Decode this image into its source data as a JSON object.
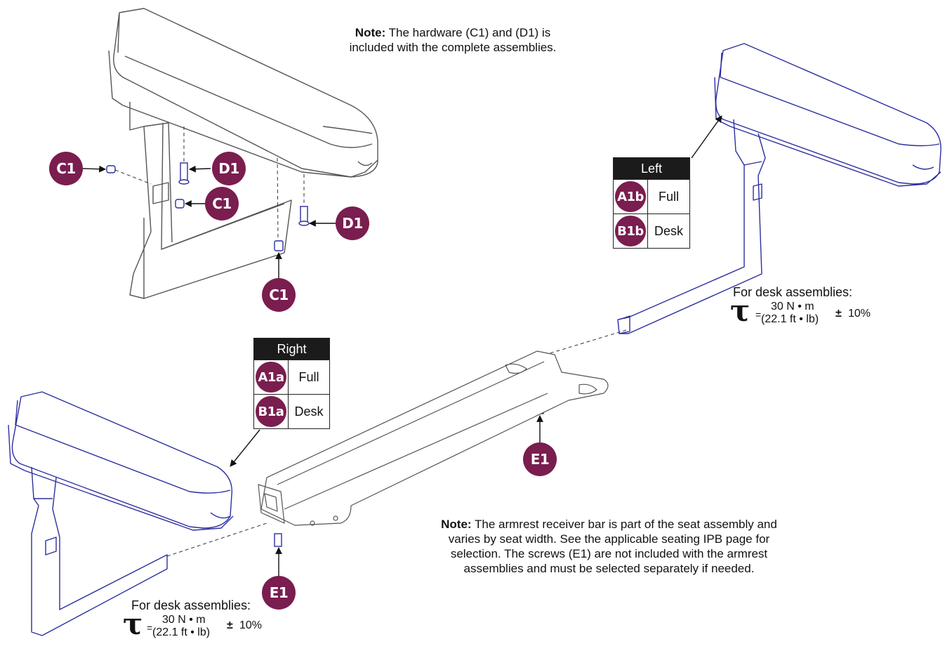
{
  "notes": {
    "top_bold": "Note:",
    "top_text_1": " The hardware (C1) and (D1) is",
    "top_text_2": "included with the complete assemblies.",
    "bottom_bold": "Note:",
    "bottom_text_1": " The armrest receiver bar is part of the seat assembly and",
    "bottom_text_2": "varies by seat width. See the applicable seating IPB page for",
    "bottom_text_3": "selection. The screws (E1) are not included with the armrest",
    "bottom_text_4": "assemblies and must be selected separately if needed."
  },
  "callouts": {
    "c1_left": "C1",
    "d1_top": "D1",
    "c1_mid": "C1",
    "d1_right": "D1",
    "c1_bottom": "C1",
    "e1_right": "E1",
    "e1_left": "E1"
  },
  "left_table": {
    "header": "Left",
    "rows": [
      {
        "code": "A1b",
        "label": "Full"
      },
      {
        "code": "B1b",
        "label": "Desk"
      }
    ]
  },
  "right_table": {
    "header": "Right",
    "rows": [
      {
        "code": "A1a",
        "label": "Full"
      },
      {
        "code": "B1a",
        "label": "Desk"
      }
    ]
  },
  "torque_right": {
    "heading": "For desk assemblies:",
    "symbol": "τ",
    "equals": "=",
    "numerator": "30 N • m",
    "denominator": "(22.1 ft • lb)",
    "plusminus": "±",
    "tolerance": "10%"
  },
  "torque_left": {
    "heading": "For desk assemblies:",
    "symbol": "τ",
    "equals": "=",
    "numerator": "30 N • m",
    "denominator": "(22.1 ft • lb)",
    "plusminus": "±",
    "tolerance": "10%"
  },
  "colors": {
    "callout": "#7a1d4f",
    "part_line": "#2b2f9e",
    "gray_line": "#555555"
  }
}
